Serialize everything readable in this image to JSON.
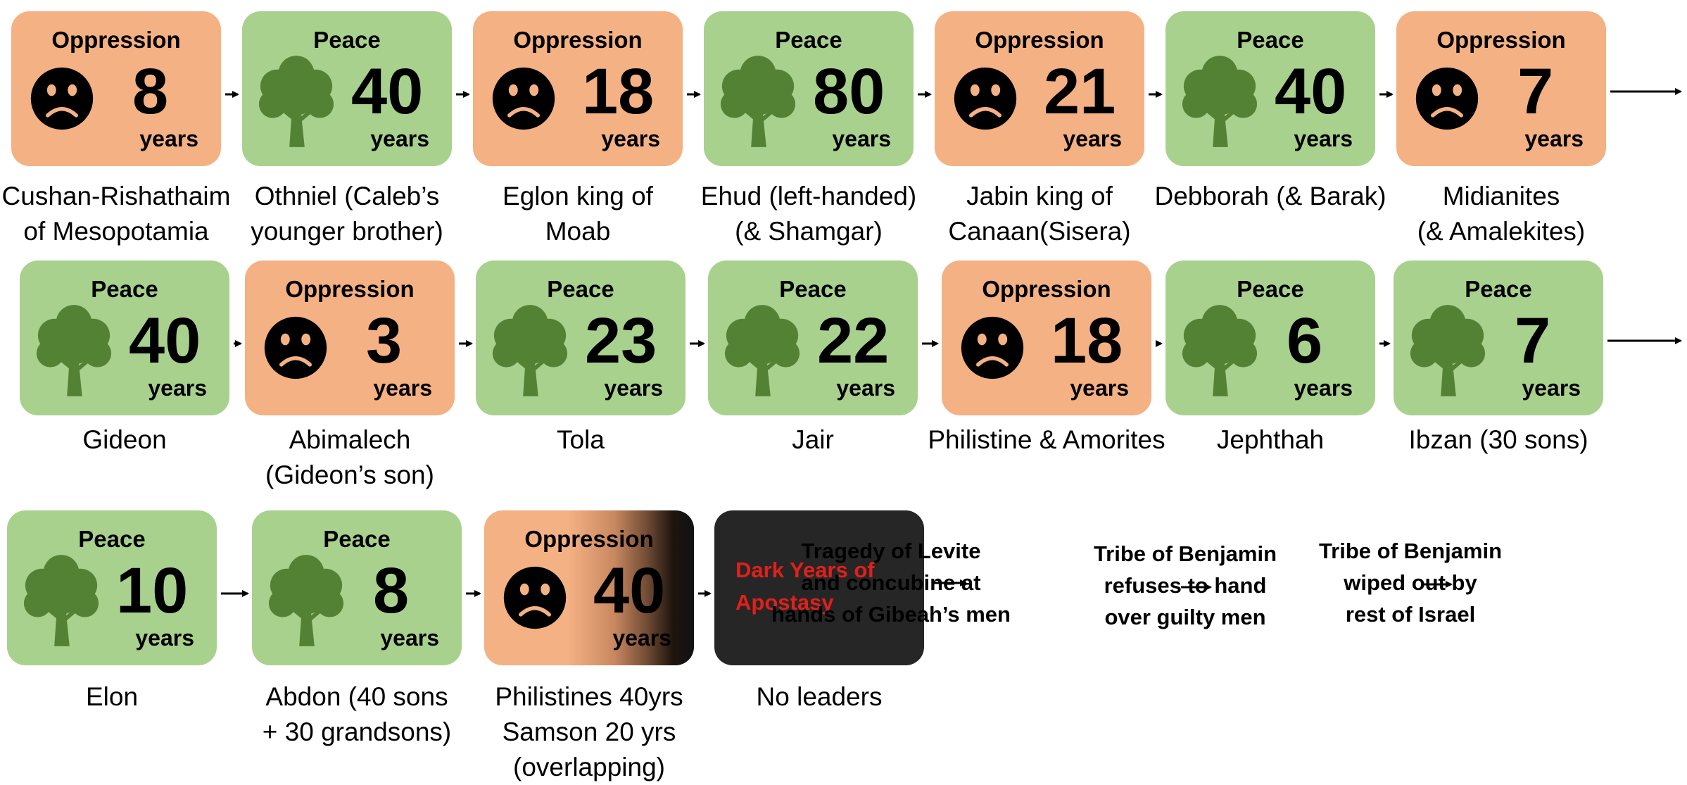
{
  "colors": {
    "oppression": "#f4b183",
    "peace": "#a9d18e",
    "dark": "#262626",
    "label_peace": "#18a838",
    "label_oppression": "#ee2020",
    "tree": "#548235"
  },
  "unit": "years",
  "cards": [
    {
      "type": "oppression",
      "title": "Oppression",
      "number": "8",
      "icon": "sad-face-icon",
      "label": [
        "Cushan-Rishathaim",
        "of Mesopotamia"
      ]
    },
    {
      "type": "peace",
      "title": "Peace",
      "number": "40",
      "icon": "tree-icon",
      "label": [
        "Othniel (Caleb’s",
        "younger brother)"
      ]
    },
    {
      "type": "oppression",
      "title": "Oppression",
      "number": "18",
      "icon": "sad-face-icon",
      "label": [
        "Eglon king of",
        "Moab"
      ]
    },
    {
      "type": "peace",
      "title": "Peace",
      "number": "80",
      "icon": "tree-icon",
      "label": [
        "Ehud (left-handed)",
        "(& Shamgar)"
      ]
    },
    {
      "type": "oppression",
      "title": "Oppression",
      "number": "21",
      "icon": "sad-face-icon",
      "label": [
        "Jabin king of",
        "Canaan(Sisera)"
      ]
    },
    {
      "type": "peace",
      "title": "Peace",
      "number": "40",
      "icon": "tree-icon",
      "label": [
        "Debborah (& Barak)"
      ]
    },
    {
      "type": "oppression",
      "title": "Oppression",
      "number": "7",
      "icon": "sad-face-icon",
      "label": [
        "Midianites",
        "(& Amalekites)"
      ]
    },
    {
      "type": "peace",
      "title": "Peace",
      "number": "40",
      "icon": "tree-icon",
      "label": [
        "Gideon"
      ]
    },
    {
      "type": "oppression",
      "title": "Oppression",
      "number": "3",
      "icon": "sad-face-icon",
      "label": [
        "Abimalech",
        "(Gideon’s son)"
      ]
    },
    {
      "type": "peace",
      "title": "Peace",
      "number": "23",
      "icon": "tree-icon",
      "label": [
        "Tola"
      ]
    },
    {
      "type": "peace",
      "title": "Peace",
      "number": "22",
      "icon": "tree-icon",
      "label": [
        "Jair"
      ]
    },
    {
      "type": "oppression",
      "title": "Oppression",
      "number": "18",
      "icon": "sad-face-icon",
      "label": [
        "Philistine & Amorites"
      ]
    },
    {
      "type": "peace",
      "title": "Peace",
      "number": "6",
      "icon": "tree-icon",
      "label": [
        "Jephthah"
      ]
    },
    {
      "type": "peace",
      "title": "Peace",
      "number": "7",
      "icon": "tree-icon",
      "label": [
        "Ibzan (30 sons)"
      ]
    },
    {
      "type": "peace",
      "title": "Peace",
      "number": "10",
      "icon": "tree-icon",
      "label": [
        "Elon"
      ]
    },
    {
      "type": "peace",
      "title": "Peace",
      "number": "8",
      "icon": "tree-icon",
      "label": [
        "Abdon (40 sons",
        "+ 30 grandsons)"
      ]
    },
    {
      "type": "fade",
      "title": "Oppression",
      "number": "40",
      "icon": "sad-face-icon",
      "label": [
        "Philistines 40yrs",
        "Samson 20 yrs",
        "(overlapping)"
      ],
      "label_colors": [
        "red",
        "green",
        "green"
      ]
    },
    {
      "type": "dark",
      "title": "Dark Years of Apostasy",
      "number": "",
      "icon": "",
      "label": [
        "No leaders"
      ]
    }
  ],
  "steps": [
    [
      "Tragedy of Levite",
      "and concubine at",
      "hands of Gibeah’s men"
    ],
    [
      "Tribe of Benjamin",
      "refuses to hand",
      "over guilty men"
    ],
    [
      "Tribe of Benjamin",
      "wiped out by",
      "rest of Israel"
    ]
  ]
}
